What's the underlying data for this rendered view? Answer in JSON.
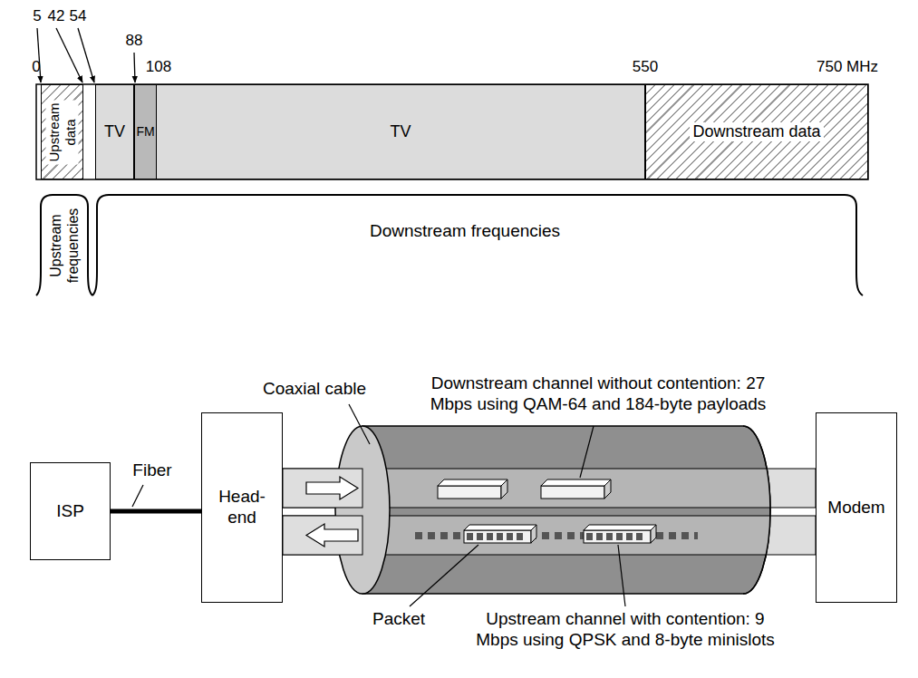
{
  "diagram": {
    "nodes": [
      {
        "text": [
          "Upstream data"
        ]
      },
      {
        "text": [
          "TV"
        ]
      },
      {
        "text": [
          "FM"
        ]
      },
      {
        "text": [
          "TV"
        ]
      },
      {
        "text": [
          "Downstream data"
        ]
      },
      {
        "text": [
          "ISP"
        ]
      },
      {
        "text": [
          "Head- end"
        ]
      },
      {
        "text": [
          "Modem"
        ]
      }
    ],
    "edges": [
      {
        "from": 5,
        "to": 6,
        "arrow": "none",
        "label": "Fiber"
      }
    ],
    "labels": [
      "5",
      "42",
      "54",
      "88",
      "0",
      "108",
      "550",
      "750 MHz",
      "Upstream frequencies",
      "Downstream frequencies",
      "Coaxial cable",
      "Downstream channel without contention: 27 Mbps using QAM-64 and 184-byte payloads",
      "Packet",
      "Upstream channel with contention: 9 Mbps using QPSK and 8-byte minislots"
    ]
  }
}
